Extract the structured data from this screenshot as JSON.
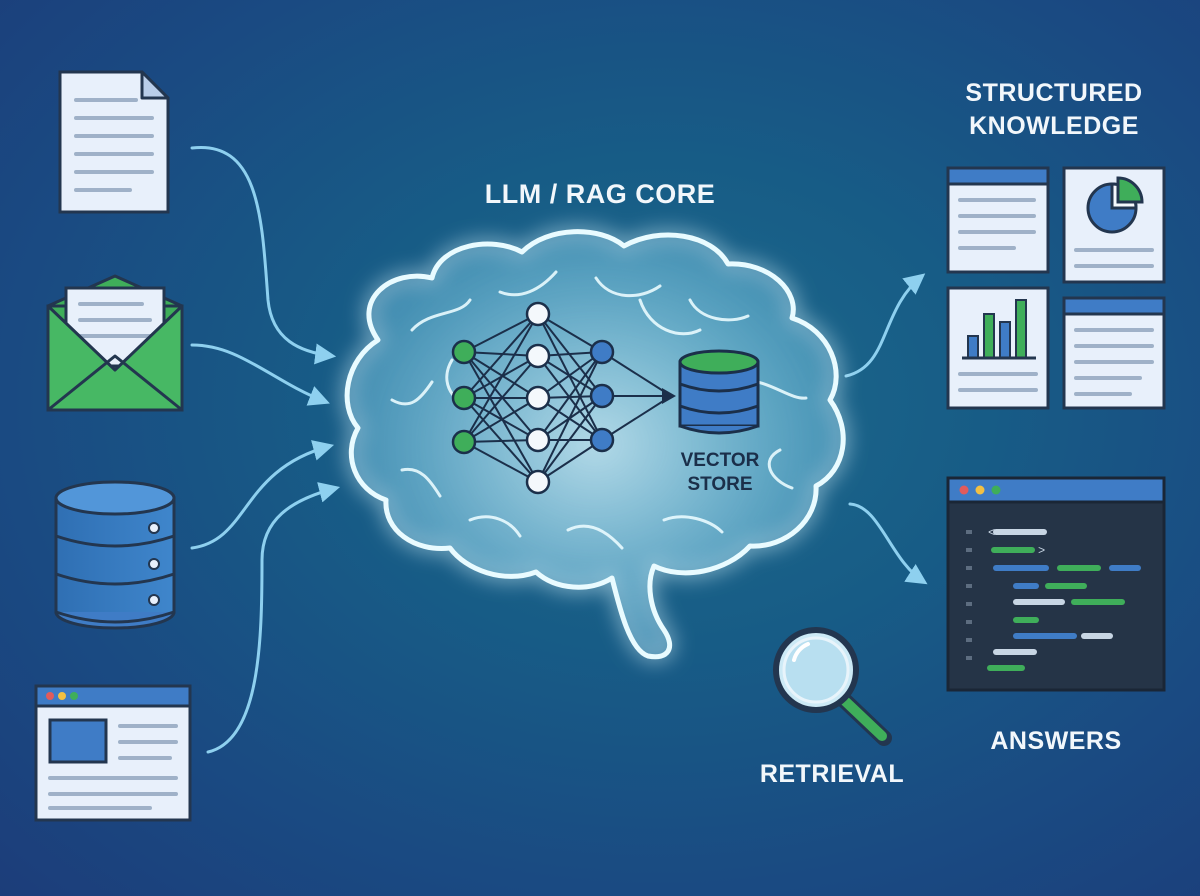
{
  "labels": {
    "core_title": "LLM / RAG CORE",
    "vector_store_line1": "VECTOR",
    "vector_store_line2": "STORE",
    "structured_line1": "STRUCTURED",
    "structured_line2": "KNOWLEDGE",
    "answers": "ANSWERS",
    "retrieval": "RETRIEVAL"
  },
  "colors": {
    "accent_green": "#3fae5a",
    "accent_blue": "#3f7cc6",
    "glow": "#bff1ff",
    "panel_light": "#e9f1fb",
    "code_bg": "#253447"
  },
  "icons": [
    "document-icon",
    "envelope-icon",
    "database-icon",
    "browser-window-icon",
    "brain-icon",
    "neural-network-icon",
    "vector-store-database-icon",
    "bar-chart-icon",
    "pie-chart-icon",
    "code-editor-icon",
    "magnifier-icon"
  ]
}
